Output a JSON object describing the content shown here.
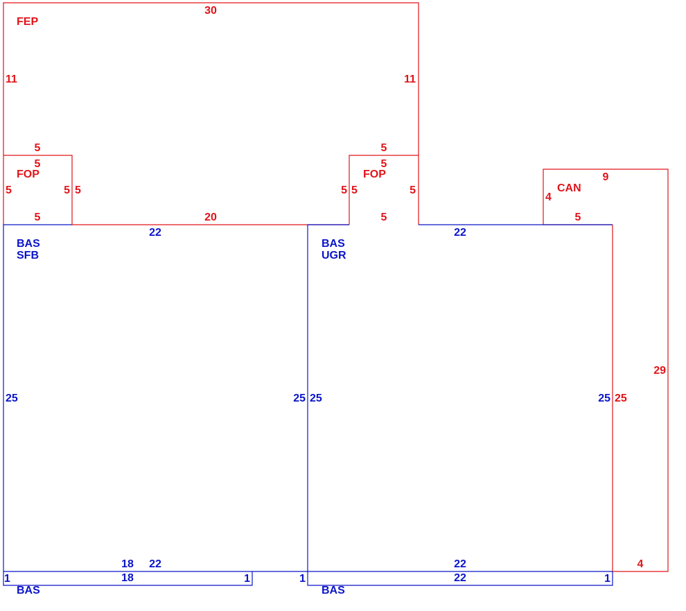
{
  "colors": {
    "red": "#e0141a",
    "blue": "#0a14c8"
  },
  "areas": {
    "fep": {
      "label": "FEP",
      "top": "30",
      "left": "11",
      "right": "11",
      "bottom_left": "5",
      "bottom_right": "5",
      "bottom_mid": "20"
    },
    "fop_left": {
      "label": "FOP",
      "top": "5",
      "left": "5",
      "right_inner": "5",
      "right_outer": "5",
      "bottom": "5"
    },
    "fop_right": {
      "label": "FOP",
      "top": "5",
      "left_outer": "5",
      "left_inner": "5",
      "right": "5",
      "bottom": "5"
    },
    "can": {
      "label": "CAN",
      "top": "9",
      "left": "4",
      "bottom_inner": "5",
      "right": "29",
      "bottom": "4",
      "inner_side": "25"
    },
    "bas_sfb": {
      "label_line1": "BAS",
      "label_line2": "SFB",
      "top": "22",
      "left": "25",
      "right": "25",
      "bottom_a": "18",
      "bottom_b": "22"
    },
    "bas_ugr": {
      "label_line1": "BAS",
      "label_line2": "UGR",
      "top": "22",
      "left": "25",
      "right": "25",
      "bottom": "22"
    },
    "bas_strip_left": {
      "label": "BAS",
      "top": "18",
      "left": "1",
      "right": "1"
    },
    "bas_strip_right": {
      "label": "BAS",
      "top": "22",
      "left": "1",
      "right": "1"
    }
  }
}
